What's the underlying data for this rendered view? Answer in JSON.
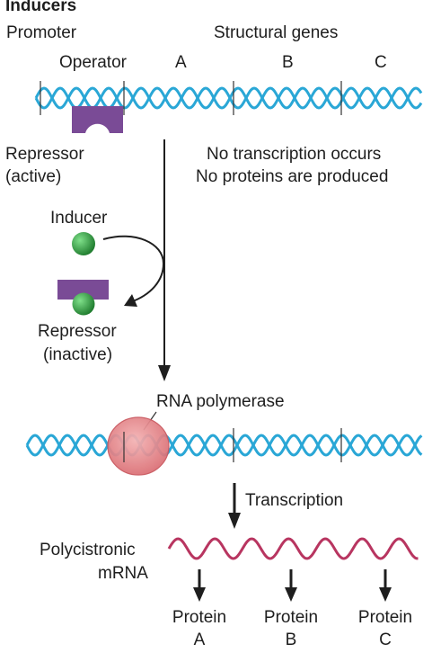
{
  "labels": {
    "title": "Inducers",
    "promoter": "Promoter",
    "structural_genes": "Structural genes",
    "operator": "Operator",
    "gene_a": "A",
    "gene_b": "B",
    "gene_c": "C",
    "repressor_active_1": "Repressor",
    "repressor_active_2": "(active)",
    "no_transcription": "No transcription occurs",
    "no_proteins": "No proteins are produced",
    "inducer": "Inducer",
    "repressor_inactive_1": "Repressor",
    "repressor_inactive_2": "(inactive)",
    "rna_polymerase": "RNA polymerase",
    "transcription": "Transcription",
    "polycistronic_1": "Polycistronic",
    "polycistronic_2": "mRNA",
    "protein_a_1": "Protein",
    "protein_a_2": "A",
    "protein_b_1": "Protein",
    "protein_b_2": "B",
    "protein_c_1": "Protein",
    "protein_c_2": "C"
  },
  "colors": {
    "dna_strand": "#2aa7d6",
    "repressor": "#7a4b96",
    "inducer": "#2e9a3e",
    "rna_polymerase": "#e07b80",
    "mrna": "#b83560",
    "text": "#1e1e1e"
  }
}
